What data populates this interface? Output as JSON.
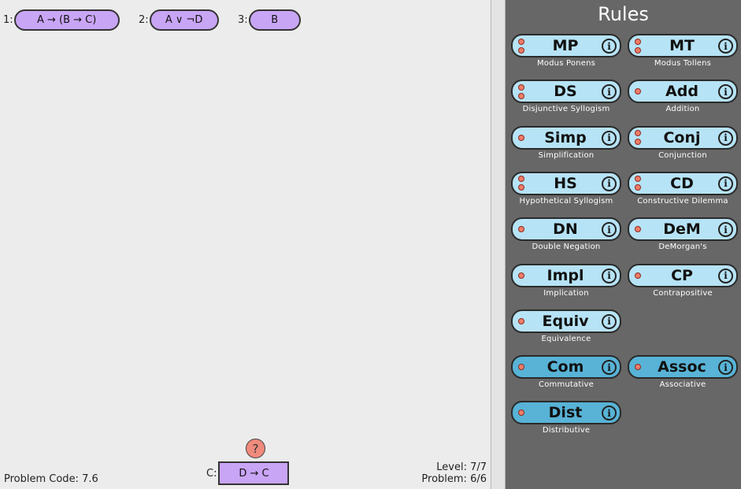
{
  "premises": [
    {
      "num": "1:",
      "text": "A → (B → C)"
    },
    {
      "num": "2:",
      "text": "A ∨ ¬D"
    },
    {
      "num": "3:",
      "text": "B"
    }
  ],
  "conclusion": {
    "label": "C:",
    "text": "D → C"
  },
  "hint": {
    "glyph": "?"
  },
  "status": {
    "problem_code": "Problem Code: 7.6",
    "level": "Level: 7/7",
    "problem": "Problem: 6/6"
  },
  "rules_panel": {
    "title": "Rules",
    "info_glyph": "i",
    "rules": [
      {
        "abbr": "MP",
        "name": "Modus Ponens"
      },
      {
        "abbr": "MT",
        "name": "Modus Tollens"
      },
      {
        "abbr": "DS",
        "name": "Disjunctive Syllogism"
      },
      {
        "abbr": "Add",
        "name": "Addition"
      },
      {
        "abbr": "Simp",
        "name": "Simplification"
      },
      {
        "abbr": "Conj",
        "name": "Conjunction"
      },
      {
        "abbr": "HS",
        "name": "Hypothetical Syllogism"
      },
      {
        "abbr": "CD",
        "name": "Constructive Dilemma"
      },
      {
        "abbr": "DN",
        "name": "Double Negation"
      },
      {
        "abbr": "DeM",
        "name": "DeMorgan's"
      },
      {
        "abbr": "Impl",
        "name": "Implication"
      },
      {
        "abbr": "CP",
        "name": "Contrapositive"
      },
      {
        "abbr": "Equiv",
        "name": "Equivalence"
      },
      {
        "abbr": "Com",
        "name": "Commutative"
      },
      {
        "abbr": "Assoc",
        "name": "Associative"
      },
      {
        "abbr": "Dist",
        "name": "Distributive"
      }
    ]
  },
  "colors": {
    "premise_fill": "#c9a5f5",
    "rule_light": "#b6e3f5",
    "rule_dark": "#58b3d6",
    "hint": "#f08a7c",
    "panel": "#676767"
  }
}
